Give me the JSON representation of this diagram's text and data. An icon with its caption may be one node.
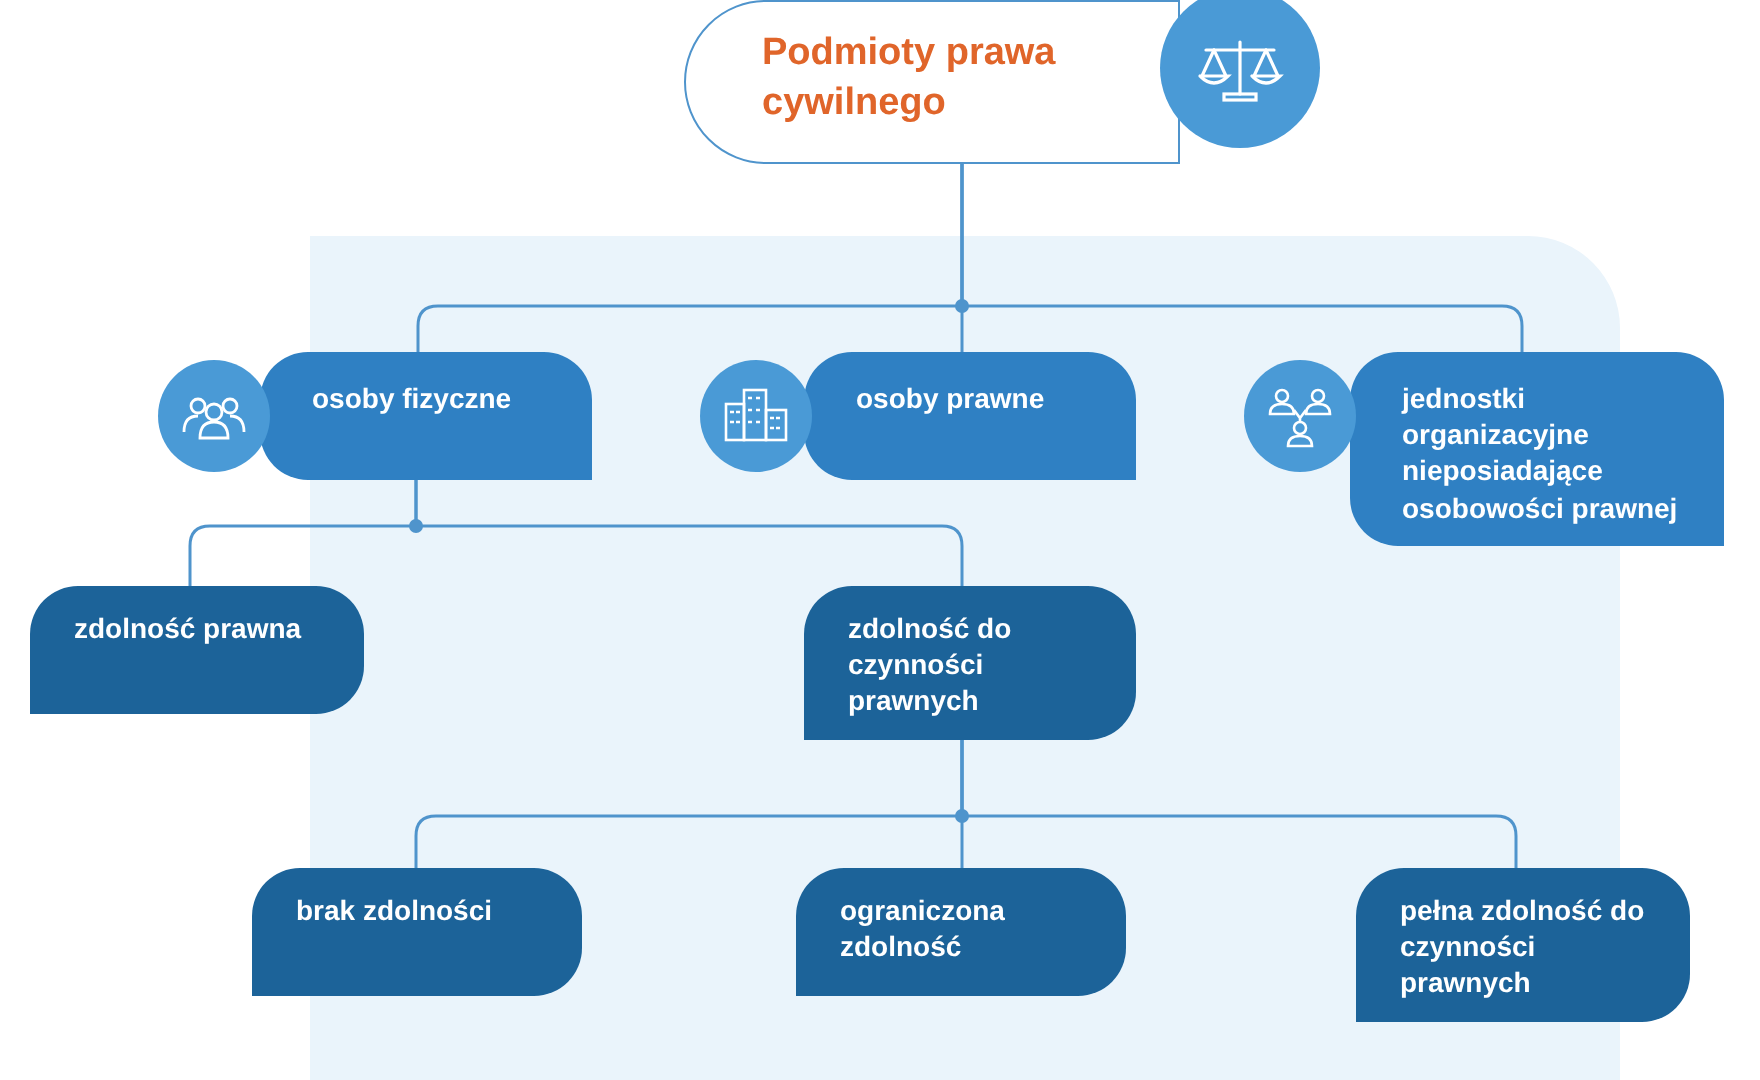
{
  "diagram": {
    "nodes": [
      {
        "text": [
          "Podmioty prawa cywilnego"
        ]
      },
      {
        "text": [
          "osoby fizyczne"
        ]
      },
      {
        "text": [
          "osoby prawne"
        ]
      },
      {
        "text": [
          "jednostki organizacyjne nieposiadające osobowości prawnej"
        ]
      },
      {
        "text": [
          "zdolność prawna"
        ]
      },
      {
        "text": [
          "zdolność do czynności prawnych"
        ]
      },
      {
        "text": [
          "brak zdolności"
        ]
      },
      {
        "text": [
          "ograniczona zdolność"
        ]
      },
      {
        "text": [
          "pełna zdolność do czynności prawnych"
        ]
      }
    ],
    "edges": [
      {
        "from": 0,
        "to": 1,
        "arrow": "none"
      },
      {
        "from": 0,
        "to": 2,
        "arrow": "none"
      },
      {
        "from": 0,
        "to": 3,
        "arrow": "none"
      },
      {
        "from": 1,
        "to": 4,
        "arrow": "none"
      },
      {
        "from": 1,
        "to": 5,
        "arrow": "none"
      },
      {
        "from": 5,
        "to": 6,
        "arrow": "none"
      },
      {
        "from": 5,
        "to": 7,
        "arrow": "none"
      },
      {
        "from": 5,
        "to": 8,
        "arrow": "none"
      }
    ]
  }
}
